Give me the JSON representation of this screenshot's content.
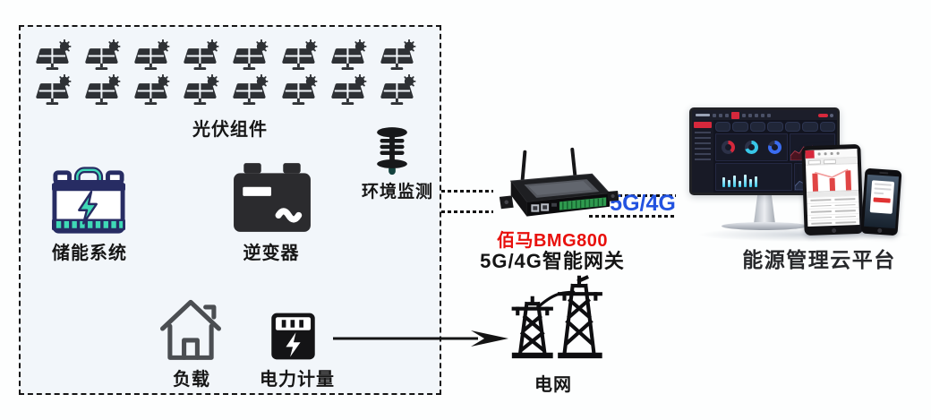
{
  "site_area": {
    "pv": {
      "label": "光伏组件",
      "panel_rows": 2,
      "panel_cols": 8,
      "icon": "solar-panel-icon"
    },
    "env": {
      "label": "环境监测",
      "icon": "weather-sensor-icon"
    },
    "storage": {
      "label": "储能系统",
      "icon": "battery-icon"
    },
    "inverter": {
      "label": "逆变器",
      "icon": "inverter-icon"
    },
    "load": {
      "label": "负载",
      "icon": "house-icon"
    },
    "meter": {
      "label": "电力计量",
      "icon": "power-meter-icon"
    }
  },
  "gateway": {
    "model": "佰马BMG800",
    "name": "5G/4G智能网关",
    "link_label": "5G/4G",
    "icon": "cellular-router-icon"
  },
  "grid": {
    "label": "电网",
    "icon": "transmission-tower-icon"
  },
  "platform": {
    "label": "能源管理云平台",
    "devices": [
      "monitor",
      "tablet",
      "phone"
    ]
  },
  "colors": {
    "box_background": "#f2f6fa",
    "model_text": "#e8100c",
    "link_text": "#2353e0",
    "label_text": "#161616",
    "accent_teal": "#3fd9b6",
    "accent_navy": "#272c63",
    "dashboard_red": "#d6283c",
    "dashboard_cyan": "#38c7e8",
    "dashboard_blue": "#3a6cf0"
  }
}
